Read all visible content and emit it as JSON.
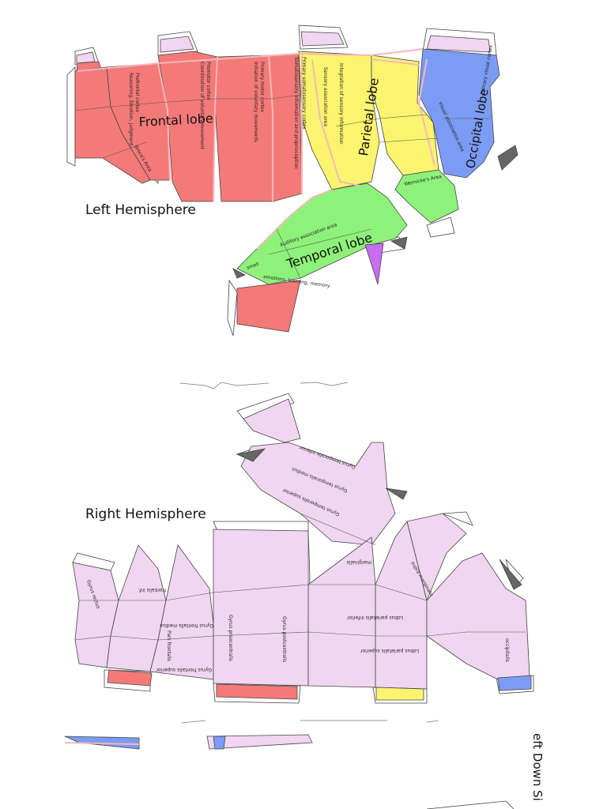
{
  "colors": {
    "frontal": "#f47a79",
    "parietal": "#fbf46e",
    "occipital": "#7b9bf5",
    "temporal": "#8ef27a",
    "cerebellum": "#c86cf0",
    "right_fill": "#f0d6f0",
    "tab": "#ffffff",
    "tab_dark": "#555555",
    "outline": "#444444",
    "pink_line": "#f4b8b8"
  },
  "left": {
    "heading": "Left Hemisphere",
    "lobes": {
      "frontal": "Frontal lobe",
      "parietal": "Parietal lobe",
      "occipital": "Occipital lobe",
      "temporal": "Temporal lobe"
    },
    "areas": {
      "prefrontal": "Prefrontal cortex",
      "prefrontal_desc": "Reasoning, Emotion, Judgment",
      "broca": "Broca's Area",
      "premotor": "Premotor cortex",
      "premotor_desc": "Coordination of voluntary movement",
      "motor": "Primary motor cortex",
      "motor_desc": "Initiation of voluntary movements",
      "somatosensory": "Primary somatosensory cortex",
      "somatosensory_desc": "Somatosensory information and proprioception",
      "sensory_assoc": "Sensory association area",
      "sensory_assoc_desc": "Integration of sensory information",
      "visual": "Primary visual cortex",
      "visual_assoc": "Visual association area",
      "wernicke": "Wernicke's Area",
      "auditory": "Auditory association area",
      "smell": "smell",
      "emotions": "emotions, learning, memory"
    }
  },
  "right": {
    "heading": "Right Hemisphere",
    "gyri": {
      "t_inf": "Gyrus temporalis inferior",
      "t_med": "Gyrus temporalis medius",
      "t_sup": "Gyrus temporalis superior",
      "rectus": "Gyrus rectus",
      "front_inf": "frontalis inf.",
      "front_med": "Gyrus frontalis medius",
      "front_sup": "Gyrus frontalis superior",
      "pars": "Pars frontalis",
      "precentral": "Gyrus praecentralis",
      "postcentral": "Gyrus postcentralis",
      "par_inf": "Lobus parietalis inferior",
      "par_sup": "Lobus parietalis superior",
      "supra": "supra marginalis",
      "marg": "marginalis",
      "occ": "occipitalis"
    }
  },
  "footer": {
    "side_text": "eft Down Si"
  }
}
